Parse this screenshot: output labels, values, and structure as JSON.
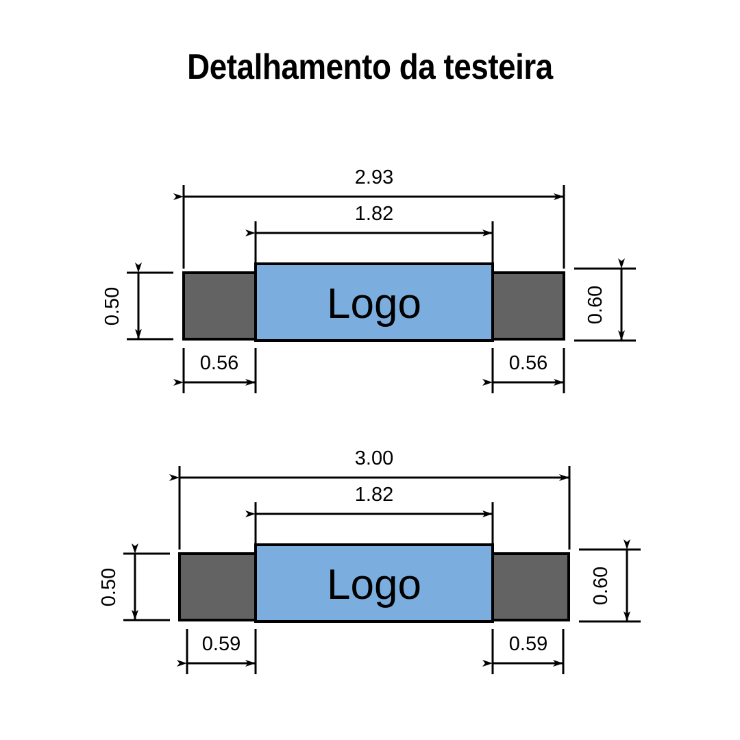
{
  "page": {
    "title": "Detalhamento da testeira",
    "background_color": "#ffffff"
  },
  "colors": {
    "blue_panel": "#7BAEDF",
    "gray_panel": "#636363",
    "outline": "#000000",
    "text": "#000000"
  },
  "views": [
    {
      "id": "view-top",
      "logo_label": "Logo",
      "dimensions": {
        "overall_width": "2.93",
        "inner_width": "1.82",
        "left_flange_width": "0.56",
        "right_flange_width": "0.56",
        "flange_height": "0.50",
        "panel_height": "0.60"
      }
    },
    {
      "id": "view-bottom",
      "logo_label": "Logo",
      "dimensions": {
        "overall_width": "3.00",
        "inner_width": "1.82",
        "left_flange_width": "0.59",
        "right_flange_width": "0.59",
        "flange_height": "0.50",
        "panel_height": "0.60"
      }
    }
  ]
}
